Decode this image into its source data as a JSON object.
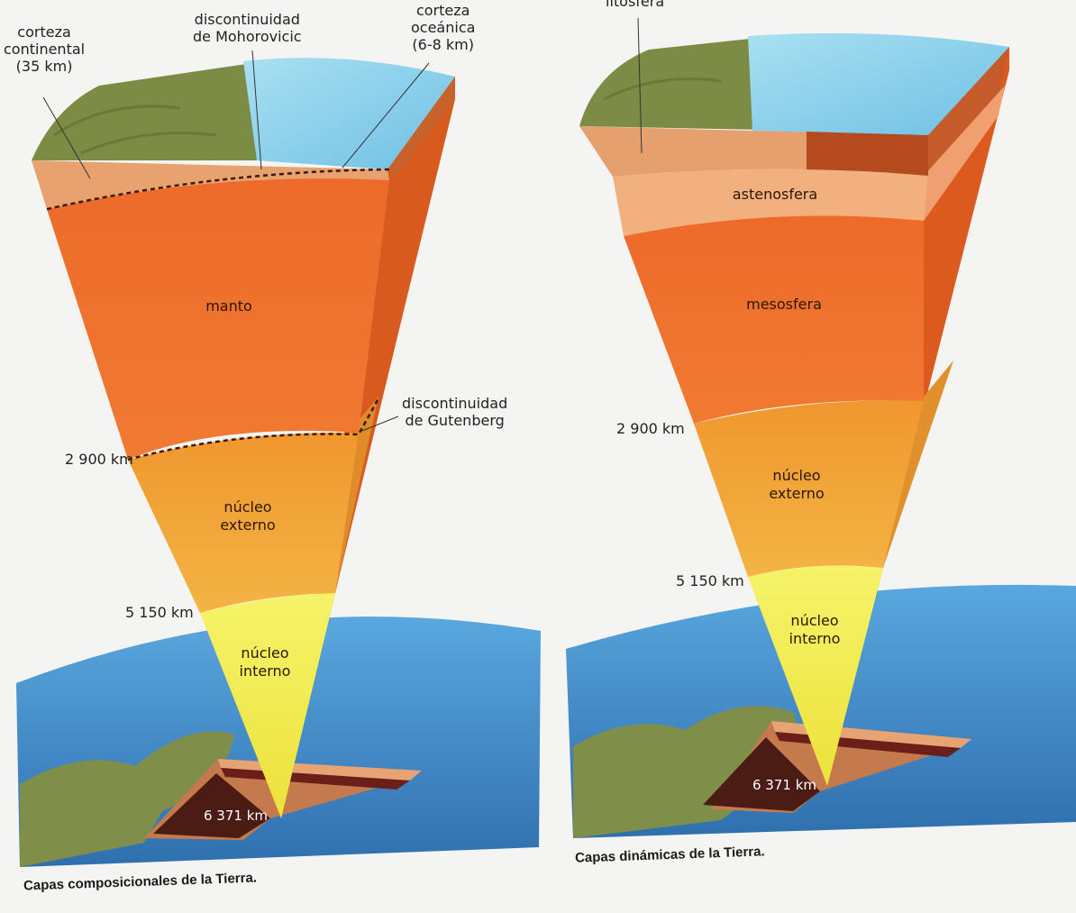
{
  "left_diagram": {
    "labels": {
      "corteza_continental": "corteza\ncontinental\n(35 km)",
      "mohorovicic": "discontinuidad\nde Mohorovicic",
      "corteza_oceanica": "corteza\noceánica\n(6-8 km)",
      "manto": "manto",
      "gutenberg": "discontinuidad\nde Gutenberg",
      "nucleo_externo": "núcleo\nexterno",
      "nucleo_interno": "núcleo\ninterno"
    },
    "depths": {
      "d2900": "2 900 km",
      "d5150": "5 150 km",
      "d6371": "6 371 km"
    },
    "caption": "Capas composicionales de la Tierra."
  },
  "right_diagram": {
    "labels": {
      "litosfera": "litosfera",
      "astenosfera": "astenosfera",
      "mesosfera": "mesosfera",
      "nucleo_externo": "núcleo\nexterno",
      "nucleo_interno": "núcleo\ninterno"
    },
    "depths": {
      "d2900": "2 900 km",
      "d5150": "5 150 km",
      "d6371": "6 371 km"
    },
    "caption": "Capas dinámicas de la Tierra."
  },
  "colors": {
    "ocean": "#3f88c7",
    "land": "#7e8f48",
    "crust": "#e6a070",
    "mantle": "#ec6d2c",
    "mantle_side": "#d6531c",
    "outer_core": "#f2a43a",
    "inner_core": "#f2ee5a",
    "water_surface": "#8fd0ea"
  }
}
